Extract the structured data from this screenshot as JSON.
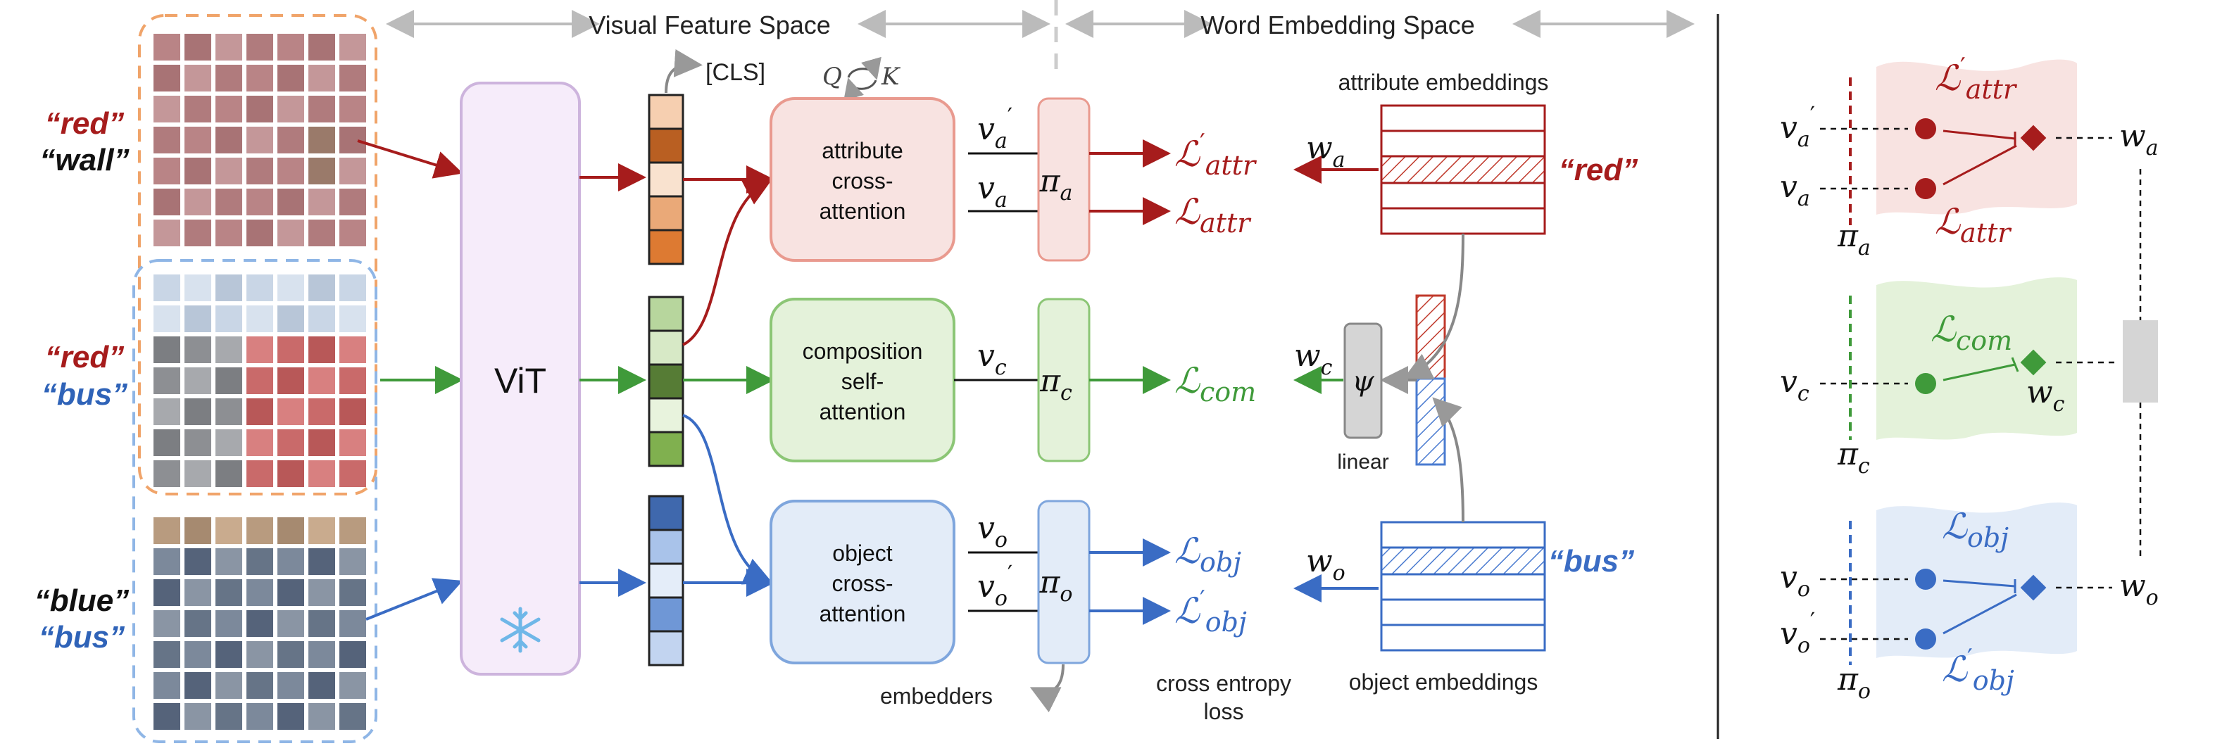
{
  "header": {
    "visual_feature_space": "Visual Feature Space",
    "word_embedding_space": "Word Embedding Space"
  },
  "inputs": [
    {
      "line1": "“red”",
      "line2": "“wall”",
      "line1_color": "#a61c1c",
      "line2_color": "#111111"
    },
    {
      "line1": "“red”",
      "line2": "“bus”",
      "line1_color": "#a61c1c",
      "line2_color": "#2f63b8"
    },
    {
      "line1": "“blue”",
      "line2": "“bus”",
      "line1_color": "#111111",
      "line2_color": "#2f63b8"
    }
  ],
  "vit": {
    "label": "ViT",
    "frozen_icon": "snowflake-icon"
  },
  "tokens": {
    "cls_label": "[CLS]",
    "q": "Q",
    "k": "K"
  },
  "modules": {
    "attribute": {
      "lines": [
        "attribute",
        "cross-",
        "attention"
      ]
    },
    "composition": {
      "lines": [
        "composition",
        "self-",
        "attention"
      ]
    },
    "object": {
      "lines": [
        "object",
        "cross-",
        "attention"
      ]
    }
  },
  "embedders": {
    "pi_a": "π",
    "pi_a_sub": "a",
    "pi_c": "π",
    "pi_c_sub": "c",
    "pi_o": "π",
    "pi_o_sub": "o",
    "label": "embedders"
  },
  "features": {
    "v": "v",
    "prime": "′",
    "sub_a": "a",
    "sub_c": "c",
    "sub_o": "o"
  },
  "losses": {
    "L": "ℒ",
    "prime": "′",
    "attr": "attr",
    "com": "com",
    "obj": "obj",
    "cross_entropy_line1": "cross entropy",
    "cross_entropy_line2": "loss"
  },
  "embeddings": {
    "attribute_title": "attribute embeddings",
    "object_title": "object embeddings",
    "red": "“red”",
    "bus": "“bus”",
    "w": "w",
    "sub_a": "a",
    "sub_c": "c",
    "sub_o": "o",
    "psi": "ψ",
    "linear": "linear"
  },
  "colors": {
    "red": "#a61c1c",
    "green": "#3f9a3a",
    "blue": "#3a6cc4",
    "gray": "#999999",
    "attr_fill": "#f8e3e1",
    "com_fill": "#e4f2da",
    "obj_fill": "#e3ecf8",
    "vit_fill": "#f6ecfa",
    "vit_stroke": "#cdb4dd"
  }
}
